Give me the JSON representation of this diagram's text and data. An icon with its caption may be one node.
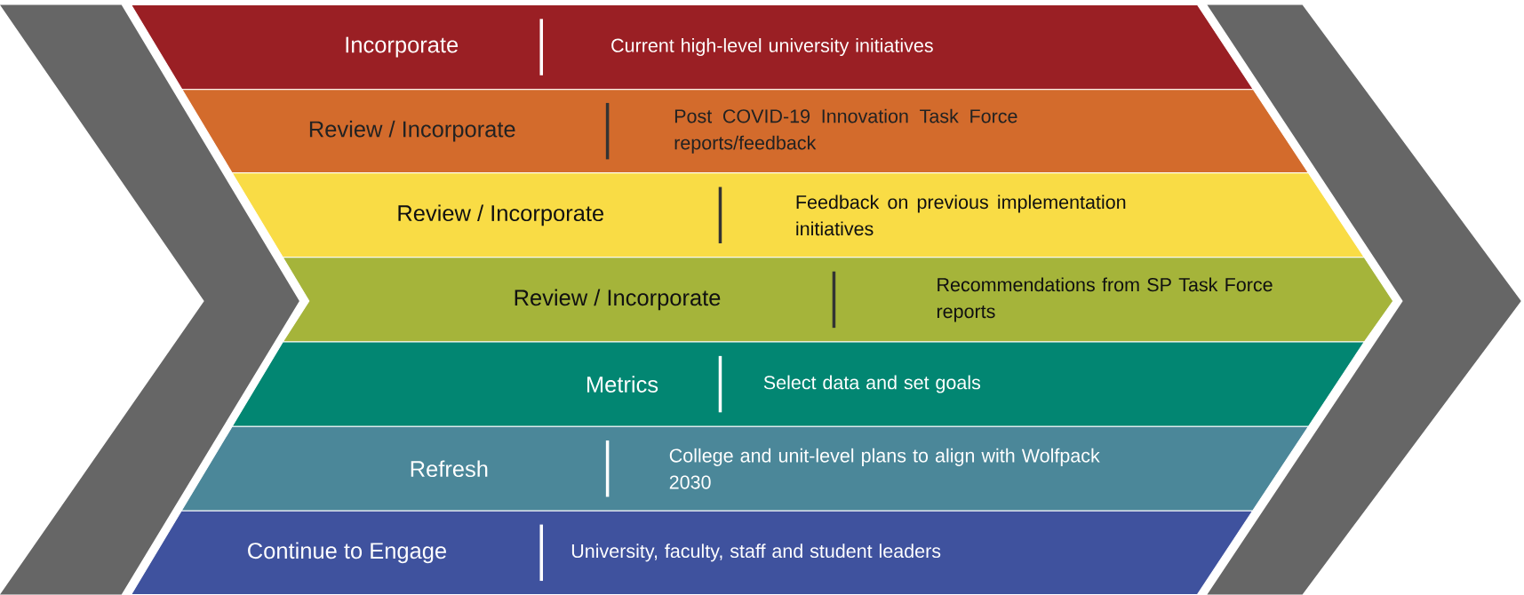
{
  "diagram": {
    "nodes": [
      {
        "text": [
          "Incorporate",
          "Current high-level university initiatives"
        ]
      },
      {
        "text": [
          "Review / Incorporate",
          "Post COVID-19 Innovation Task Force reports/feedback"
        ]
      },
      {
        "text": [
          "Review / Incorporate",
          "Feedback on previous implementation initiatives"
        ]
      },
      {
        "text": [
          "Review / Incorporate",
          "Recommendations from SP Task Force reports"
        ]
      },
      {
        "text": [
          "Metrics",
          "Select data and set goals"
        ]
      },
      {
        "text": [
          "Refresh",
          "College and unit-level plans to align with Wolfpack 2030"
        ]
      },
      {
        "text": [
          "Continue to Engage",
          "University, faculty, staff and student leaders"
        ]
      }
    ]
  }
}
